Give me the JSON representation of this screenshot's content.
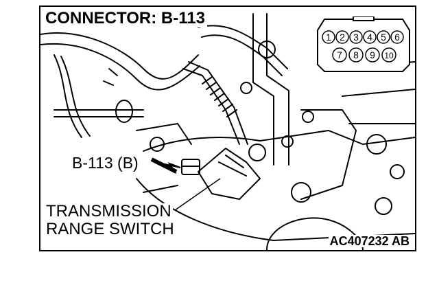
{
  "diagram": {
    "title": "CONNECTOR: B-113",
    "callout_label": "B-113 (B)",
    "component_label_line1": "TRANSMISSION",
    "component_label_line2": "RANGE SWITCH",
    "figure_code": "AC407232 AB",
    "connector_pins_top": [
      "1",
      "2",
      "3",
      "4",
      "5",
      "6"
    ],
    "connector_pins_bottom": [
      "7",
      "8",
      "9",
      "10"
    ]
  }
}
